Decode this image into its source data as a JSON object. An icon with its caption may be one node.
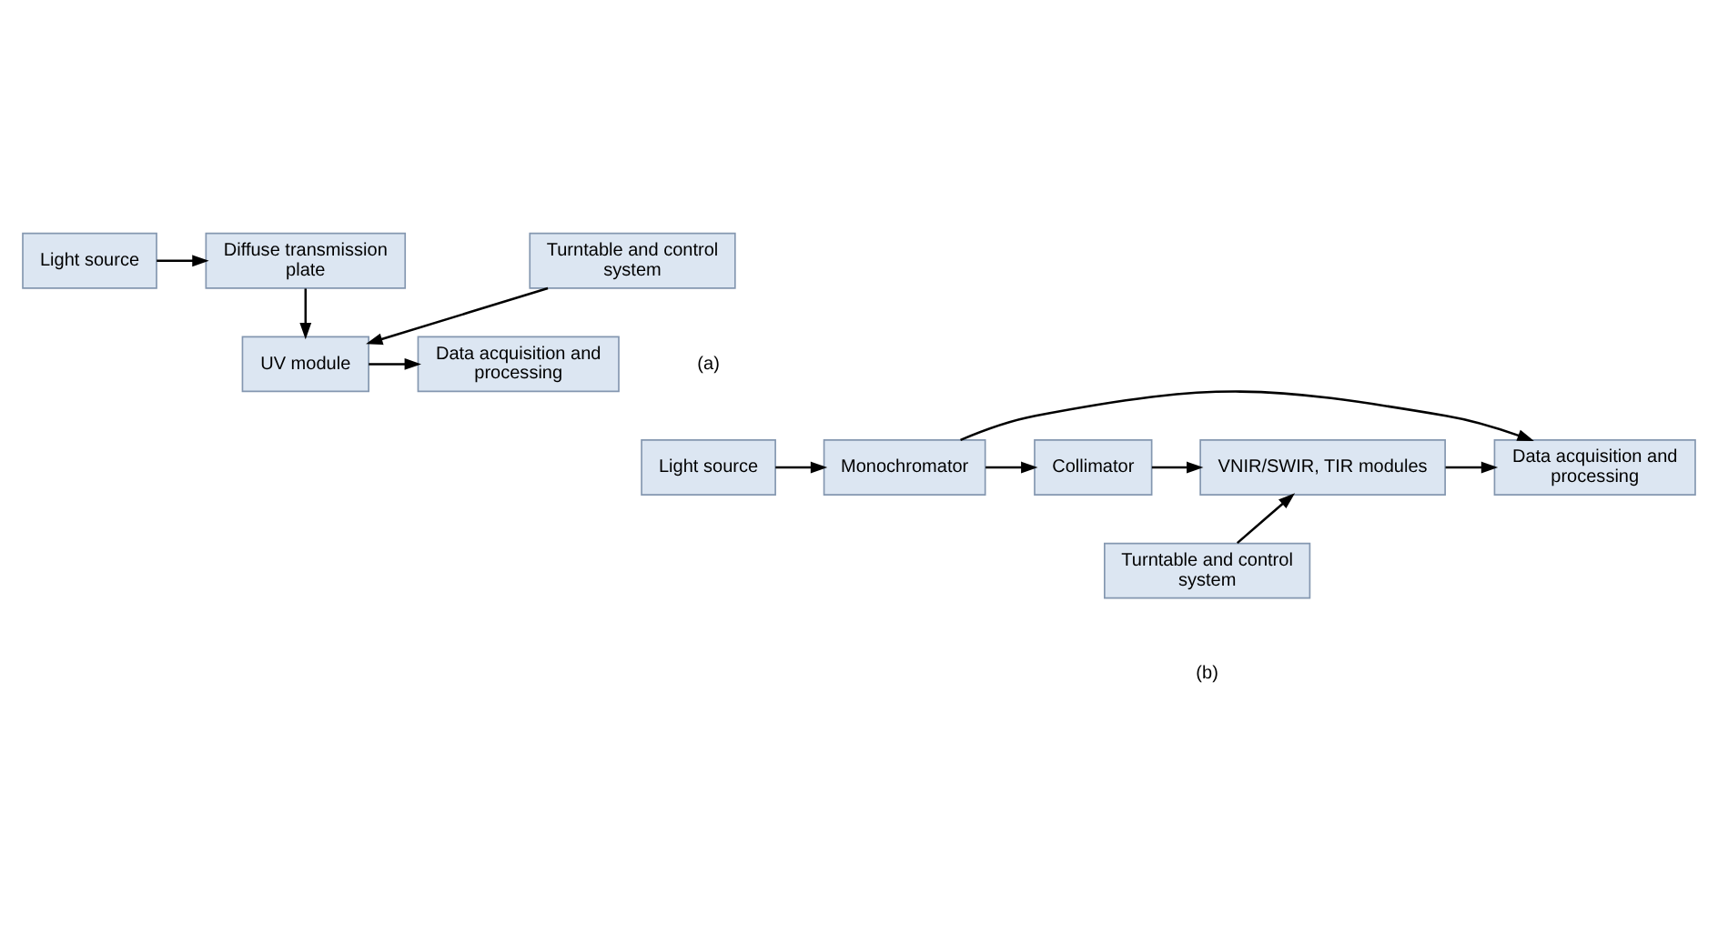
{
  "diagram": {
    "nodes": [
      {
        "text": [
          "Light source"
        ]
      },
      {
        "text": [
          "Diffuse transmission plate"
        ]
      },
      {
        "text": [
          "UV module"
        ]
      },
      {
        "text": [
          "Data acquisition and processing"
        ]
      },
      {
        "text": [
          "Turntable and control system"
        ]
      },
      {
        "text": [
          "Light source"
        ]
      },
      {
        "text": [
          "Monochromator"
        ]
      },
      {
        "text": [
          "Collimator"
        ]
      },
      {
        "text": [
          "VNIR/SWIR, TIR modules"
        ]
      },
      {
        "text": [
          "Data acquisition and processing"
        ]
      },
      {
        "text": [
          "Turntable and control system"
        ]
      }
    ],
    "edges": [
      {
        "from": 0,
        "to": 1,
        "arrow": "to"
      },
      {
        "from": 1,
        "to": 2,
        "arrow": "to"
      },
      {
        "from": 2,
        "to": 3,
        "arrow": "to"
      },
      {
        "from": 4,
        "to": 2,
        "arrow": "to"
      },
      {
        "from": 6,
        "to": 9,
        "arrow": "to"
      },
      {
        "from": 5,
        "to": 6,
        "arrow": "to"
      },
      {
        "from": 6,
        "to": 7,
        "arrow": "to"
      },
      {
        "from": 7,
        "to": 8,
        "arrow": "to"
      },
      {
        "from": 8,
        "to": 9,
        "arrow": "to"
      },
      {
        "from": 10,
        "to": 8,
        "arrow": "to"
      }
    ],
    "labels": [
      "(a)",
      "(b)"
    ]
  }
}
